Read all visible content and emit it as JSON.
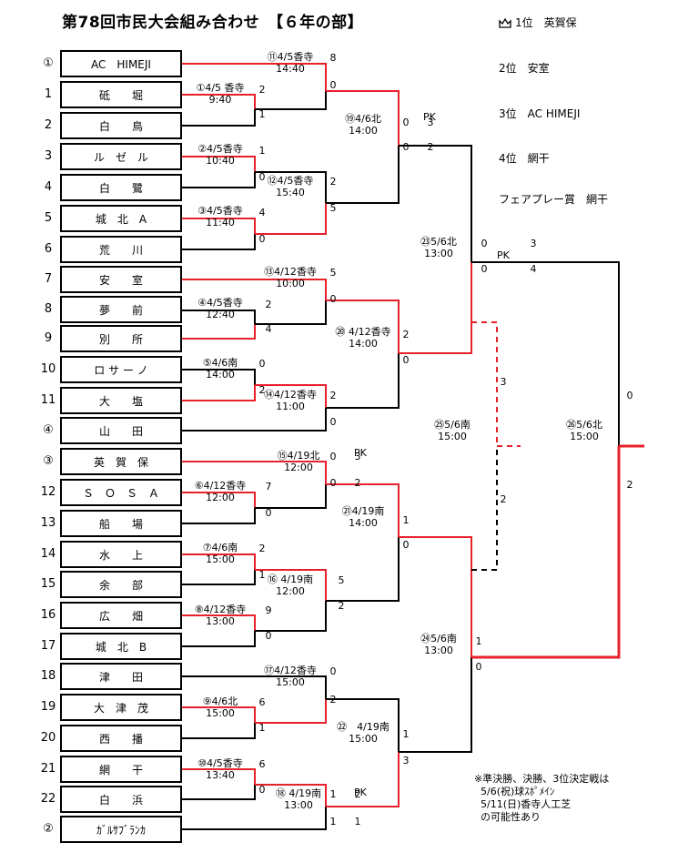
{
  "title": "第78回市民大会組み合わせ　【６年の部】",
  "teams": [
    {
      "seed": "①",
      "name": "AC　HIMEJI"
    },
    {
      "seed": "1",
      "name": "砥　　堀"
    },
    {
      "seed": "2",
      "name": "白　　鳥"
    },
    {
      "seed": "3",
      "name": "ル　ゼ　ル"
    },
    {
      "seed": "4",
      "name": "白　　鷺"
    },
    {
      "seed": "5",
      "name": "城　北　A"
    },
    {
      "seed": "6",
      "name": "荒　　川"
    },
    {
      "seed": "7",
      "name": "安　　室"
    },
    {
      "seed": "8",
      "name": "夢　　前"
    },
    {
      "seed": "9",
      "name": "別　　所"
    },
    {
      "seed": "10",
      "name": "ロ サ ー ノ"
    },
    {
      "seed": "11",
      "name": "大　　塩"
    },
    {
      "seed": "④",
      "name": "山　　田"
    },
    {
      "seed": "③",
      "name": "英　賀　保"
    },
    {
      "seed": "12",
      "name": "Ｓ　Ｏ　Ｓ　Ａ"
    },
    {
      "seed": "13",
      "name": "船　　場"
    },
    {
      "seed": "14",
      "name": "水　　上"
    },
    {
      "seed": "15",
      "name": "余　　部"
    },
    {
      "seed": "16",
      "name": "広　　畑"
    },
    {
      "seed": "17",
      "name": "城　北　B"
    },
    {
      "seed": "18",
      "name": "津　　田"
    },
    {
      "seed": "19",
      "name": "大　津　茂"
    },
    {
      "seed": "20",
      "name": "西　　播"
    },
    {
      "seed": "21",
      "name": "網　　干"
    },
    {
      "seed": "22",
      "name": "白　　浜"
    },
    {
      "seed": "②",
      "name": "ｶﾞﾙｻﾌﾞﾗﾝｶ"
    }
  ],
  "matches": [
    {
      "no": "①4/5 香寺",
      "time": "9:40",
      "s1": "2",
      "s2": "1"
    },
    {
      "no": "②4/5香寺",
      "time": "10:40",
      "s1": "1",
      "s2": "0"
    },
    {
      "no": "③4/5香寺",
      "time": "11:40",
      "s1": "4",
      "s2": "0"
    },
    {
      "no": "④4/5香寺",
      "time": "12:40",
      "s1": "2",
      "s2": "4"
    },
    {
      "no": "⑤4/6南",
      "time": "14:00",
      "s1": "0",
      "s2": "2"
    },
    {
      "no": "⑥4/12香寺",
      "time": "12:00",
      "s1": "7",
      "s2": "0"
    },
    {
      "no": "⑦4/6南",
      "time": "15:00",
      "s1": "2",
      "s2": "1"
    },
    {
      "no": "⑧4/12香寺",
      "time": "13:00",
      "s1": "9",
      "s2": "0"
    },
    {
      "no": "⑨4/6北",
      "time": "15:00",
      "s1": "6",
      "s2": "1"
    },
    {
      "no": "⑩4/5香寺",
      "time": "13:40",
      "s1": "6",
      "s2": "0"
    },
    {
      "no": "⑪4/5香寺",
      "time": "14:40",
      "s1": "8",
      "s2": "0"
    },
    {
      "no": "⑫4/5香寺",
      "time": "15:40",
      "s1": "2",
      "s2": "5"
    },
    {
      "no": "⑬4/12香寺",
      "time": "10:00",
      "s1": "5",
      "s2": "0"
    },
    {
      "no": "⑭4/12香寺",
      "time": "11:00",
      "s1": "2",
      "s2": "0"
    },
    {
      "no": "⑮4/19北",
      "time": "12:00",
      "s1": "0",
      "s2": "0",
      "pk1": "3",
      "pk2": "2",
      "pk": "PK"
    },
    {
      "no": "⑯ 4/19南",
      "time": "12:00",
      "s1": "5",
      "s2": "2"
    },
    {
      "no": "⑰4/12香寺",
      "time": "15:00",
      "s1": "0",
      "s2": "2"
    },
    {
      "no": "⑱ 4/19南",
      "time": "13:00",
      "s1": "1",
      "s2": "1",
      "pk1": "2",
      "pk2": "1",
      "pk": "PK"
    },
    {
      "no": "⑲4/6北",
      "time": "14:00",
      "s1": "0",
      "s2": "0",
      "pk1": "3",
      "pk2": "2",
      "pk": "PK"
    },
    {
      "no": "⑳ 4/12香寺",
      "time": "14:00",
      "s1": "2",
      "s2": "0"
    },
    {
      "no": "㉑4/19南",
      "time": "14:00",
      "s1": "1",
      "s2": "0"
    },
    {
      "no": "㉒　4/19南",
      "time": "15:00",
      "s1": "1",
      "s2": "3"
    },
    {
      "no": "㉓5/6北",
      "time": "13:00",
      "s1": "0",
      "s2": "0",
      "pk1": "3",
      "pk2": "4",
      "pk": "PK"
    },
    {
      "no": "㉔5/6南",
      "time": "13:00",
      "s1": "1",
      "s2": "0"
    },
    {
      "no": "㉕5/6南",
      "time": "15:00",
      "s1": "3",
      "s2": "2"
    },
    {
      "no": "㉖5/6北",
      "time": "15:00",
      "s1": "0",
      "s2": "2"
    }
  ],
  "rankings": [
    "1位　英賀保",
    "2位　安室",
    "3位　AC HIMEJI",
    "4位　網干",
    "フェアプレー賞　網干"
  ],
  "crown_icon": "crown-icon",
  "notes": [
    "※準決勝、決勝、3位決定戦は",
    "5/6(祝)球ｽﾎﾟﾒｲﾝ",
    "5/11(日)香寺人工芝",
    "の可能性あり"
  ],
  "colors": {
    "winner_line": "#e8202a",
    "line": "#000000"
  }
}
